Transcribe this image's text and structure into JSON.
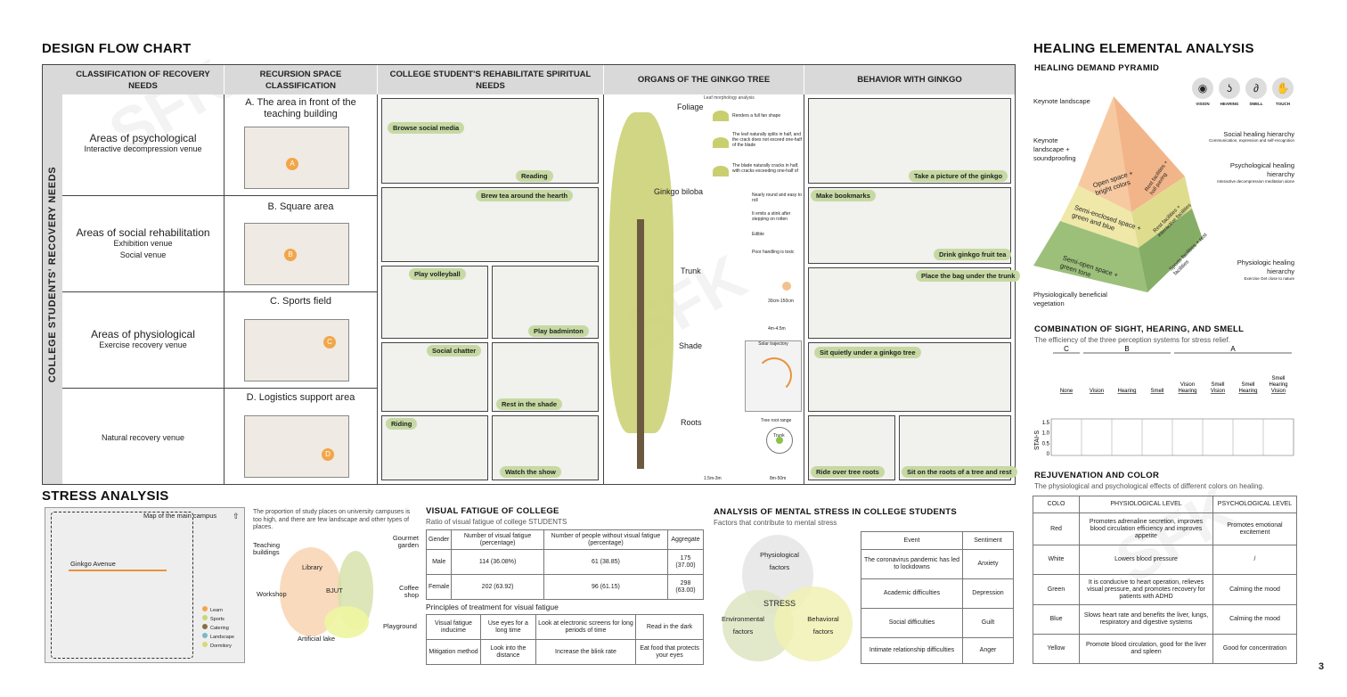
{
  "flow": {
    "title": "DESIGN FLOW CHART",
    "side_label": "COLLEGE STUDENTS' RECOVERY NEEDS",
    "cols": [
      "CLASSIFICATION OF RECOVERY NEEDS",
      "RECURSION SPACE CLASSIFICATION",
      "COLLEGE STUDENT'S REHABILITATE SPIRITUAL NEEDS",
      "ORGANS OF THE GINKGO TREE",
      "BEHAVIOR WITH GINKGO"
    ],
    "needs": [
      {
        "t": "Areas of psychological",
        "s": "Interactive decompression venue"
      },
      {
        "t": "Areas of social rehabilitation",
        "s": "Exhibition venue",
        "s2": "Social venue"
      },
      {
        "t": "Areas of physiological",
        "s": "Exercise recovery venue"
      },
      {
        "t": "",
        "s": "Natural recovery venue"
      }
    ],
    "spaces": [
      "A. The area in front of the teaching building",
      "B. Square area",
      "C. Sports field",
      "D. Logistics support area"
    ],
    "markers": [
      "A",
      "B",
      "C",
      "D"
    ],
    "activities": [
      "Browse social media",
      "Reading",
      "Brew tea around the hearth",
      "Play volleyball",
      "Play badminton",
      "Social chatter",
      "Rest in the shade",
      "Riding",
      "Watch the show"
    ],
    "organs": [
      "Foliage",
      "Ginkgo biloba",
      "Trunk",
      "Shade",
      "Roots"
    ],
    "leaf_title": "Leaf morphology analysis",
    "leaf_notes": [
      "Renders a full fan shape",
      "The leaf naturally splits in half, and the crack does not exceed one-half of the blade",
      "The blade naturally cracks in half, with cracks exceeding one-half of"
    ],
    "fruit_notes": [
      "Nearly round and easy to roll",
      "It emits a stink after stepping on rotten",
      "Edible",
      "Poor handling is toxic"
    ],
    "trunk_notes": [
      "30cm-150cm",
      "4m-4.5m"
    ],
    "shade_title": "Solar trajectory",
    "root_notes": [
      "Tree root range",
      "Trunk",
      "1.5m-3m",
      "8m-50m"
    ],
    "behaviors": [
      "Take a picture of the ginkgo",
      "Make bookmarks",
      "Drink ginkgo fruit tea",
      "Place the bag under the trunk",
      "Sit quietly under a ginkgo tree",
      "Ride over tree roots",
      "Sit on the roots of a tree and rest"
    ]
  },
  "stress": {
    "title": "STRESS ANALYSIS",
    "map": {
      "title": "Map of the main campus",
      "road": "Ginkgo Avenue",
      "legend": [
        "Learn",
        "Sports",
        "Catering",
        "Landscape",
        "Dormitory"
      ]
    },
    "places": {
      "intro": "The proportion of study places on university campuses is too high, and there are few landscape and other types of places.",
      "labels": [
        "Teaching buildings",
        "Gourmet garden",
        "Library",
        "Workshop",
        "BJUT",
        "Coffee shop",
        "Playground",
        "Artificial lake"
      ]
    },
    "fatigue": {
      "title": "VISUAL FATIGUE OF COLLEGE",
      "sub": "Ratio of visual fatigue of college STUDENTS",
      "headers": [
        "Gender",
        "Number of visual fatigue (percentage)",
        "Number of people without visual fatigue (percentage)",
        "Aggregate"
      ],
      "rows": [
        [
          "Male",
          "114 (36.08%)",
          "61 (38.85)",
          "175 (37.00)"
        ],
        [
          "Female",
          "202 (63.92)",
          "96 (61.15)",
          "298 (63.00)"
        ]
      ],
      "principles_title": "Principles of treatment for visual fatigue",
      "principles": [
        [
          "Visual fatigue inducime",
          "Use eyes for a long time",
          "Look at electronic screens for long periods of time",
          "Read in the dark"
        ],
        [
          "Mitigation method",
          "Look into the distance",
          "Increase the blink rate",
          "Eat food that protects your eyes"
        ]
      ]
    },
    "mental": {
      "title": "ANALYSIS OF MENTAL STRESS IN COLLEGE STUDENTS",
      "sub": "Factors that contribute to mental stress",
      "venn": [
        "Physiological factors",
        "STRESS",
        "Environmental factors",
        "Behavioral factors"
      ],
      "headers": [
        "Event",
        "Sentiment"
      ],
      "rows": [
        [
          "The coronavirus pandemic has led to lockdowns",
          "Anxiety"
        ],
        [
          "Academic difficulties",
          "Depression"
        ],
        [
          "Social difficulties",
          "Guilt"
        ],
        [
          "Intimate relationship difficulties",
          "Anger"
        ]
      ]
    }
  },
  "healing": {
    "title": "HEALING ELEMENTAL ANALYSIS",
    "pyramid": {
      "title": "HEALING DEMAND PYRAMID",
      "senses": [
        "VISION",
        "HEARING",
        "SMELL",
        "TOUCH"
      ],
      "left": [
        "Keynote landscape",
        "Keynote landscape + soundproofing",
        "Physiologically beneficial vegetation"
      ],
      "right": [
        {
          "t": "Social healing hierarchy",
          "s": "Communication, expression and self-recognition"
        },
        {
          "t": "Psychological healing hierarchy",
          "s": "Interactive decompression meditation alone"
        },
        {
          "t": "Physiologic healing hierarchy",
          "s": "Exercise Get close to nature"
        }
      ],
      "tiers": [
        "Open space + bright colors",
        "Rest facilities + hall paving",
        "Semi-enclosed space + green and blue",
        "Rest facilities + interactive facilities",
        "Semi-open space + green tone",
        "Sports facilities + rest facilities"
      ]
    },
    "combo": {
      "title": "COMBINATION OF SIGHT, HEARING, AND SMELL",
      "sub": "The efficiency of the three perception systems for stress relief.",
      "groups": [
        "C",
        "B",
        "A"
      ],
      "ylabel": "STAI-S",
      "categories": [
        "None",
        "Vision",
        "Hearing",
        "Smell",
        "Vision Hearing",
        "Smell Vision",
        "Smell Hearing",
        "Smell Hearing Vision"
      ],
      "ticks": [
        "1.5",
        "1.0",
        "0.5",
        "0"
      ]
    },
    "color": {
      "title": "REJUVENATION AND COLOR",
      "sub": "The physiological and psychological effects of different colors on healing.",
      "headers": [
        "COLO",
        "PHYSIOLOGICAL LEVEL",
        "PSYCHOLOGICAL LEVEL"
      ],
      "rows": [
        [
          "Red",
          "Promotes adrenaline secretion, improves blood circulation efficiency and improves appetite",
          "Promotes emotional excitement"
        ],
        [
          "White",
          "Lowers blood pressure",
          "/"
        ],
        [
          "Green",
          "It is conducive to heart operation, relieves visual pressure, and promotes recovery for patients with ADHD",
          "Calming the mood"
        ],
        [
          "Blue",
          "Slows heart rate and benefits the liver, lungs, respiratory and digestive systems",
          "Calming the mood"
        ],
        [
          "Yellow",
          "Promote blood circulation, good for the liver and spleen",
          "Good for concentration"
        ]
      ]
    }
  },
  "page_number": "3",
  "colors": {
    "accent": "#e8923c",
    "green": "#c6d9a3",
    "header": "#d9d9d9"
  }
}
